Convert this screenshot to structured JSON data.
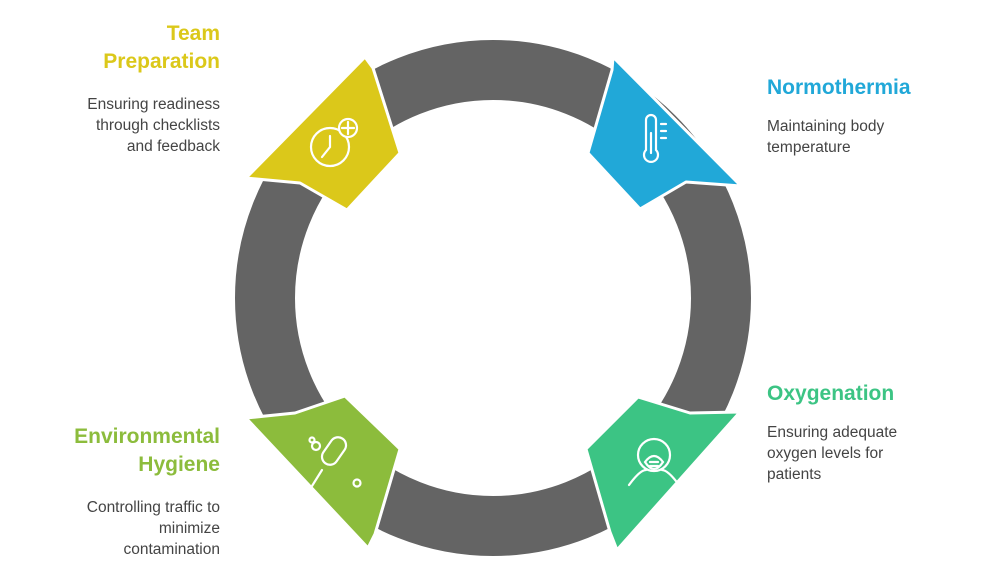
{
  "colors": {
    "ring": "#646464",
    "team": "#DBC81A",
    "normothermia": "#21A8D8",
    "oxygenation": "#3CC484",
    "environmental": "#8CBC3C",
    "description": "#444444"
  },
  "segments": [
    {
      "key": "team",
      "title_lines": [
        "Team",
        "Preparation"
      ],
      "description_lines": [
        "Ensuring readiness",
        "through checklists",
        "and feedback"
      ],
      "icon": "clock-plus-icon"
    },
    {
      "key": "normothermia",
      "title_lines": [
        "Normothermia"
      ],
      "description_lines": [
        "Maintaining body",
        "temperature"
      ],
      "icon": "thermometer-icon"
    },
    {
      "key": "oxygenation",
      "title_lines": [
        "Oxygenation"
      ],
      "description_lines": [
        "Ensuring adequate",
        "oxygen levels for",
        "patients"
      ],
      "icon": "oxygen-mask-icon"
    },
    {
      "key": "environmental",
      "title_lines": [
        "Environmental",
        "Hygiene"
      ],
      "description_lines": [
        "Controlling traffic to",
        "minimize",
        "contamination"
      ],
      "icon": "cleaning-brush-icon"
    }
  ]
}
